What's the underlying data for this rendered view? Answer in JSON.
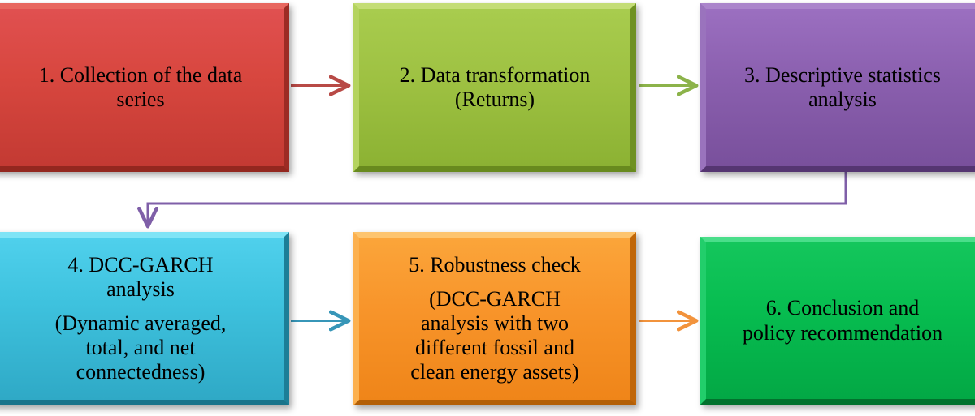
{
  "diagram": {
    "title": "Research methodology flowchart",
    "type": "flowchart",
    "orientation": "left-to-right, two rows",
    "background": "#ffffff",
    "nodes": [
      {
        "id": "step-1",
        "number": "1.",
        "color": "#d8473f",
        "color_name": "red",
        "paragraphs": [
          {
            "lines": [
              "1. Collection of the data",
              "series"
            ]
          }
        ]
      },
      {
        "id": "step-2",
        "number": "2.",
        "color": "#9ec142",
        "color_name": "yellow-green",
        "paragraphs": [
          {
            "lines": [
              "2. Data transformation",
              "(Returns)"
            ]
          }
        ]
      },
      {
        "id": "step-3",
        "number": "3.",
        "color": "#8a5fae",
        "color_name": "purple",
        "paragraphs": [
          {
            "lines": [
              "3. Descriptive statistics",
              "analysis"
            ]
          }
        ]
      },
      {
        "id": "step-4",
        "number": "4.",
        "color": "#3ec2de",
        "color_name": "cyan",
        "paragraphs": [
          {
            "lines": [
              "4. DCC-GARCH",
              "analysis"
            ]
          },
          {
            "lines": [
              "(Dynamic averaged,",
              "total, and net",
              "connectedness)"
            ]
          }
        ]
      },
      {
        "id": "step-5",
        "number": "5.",
        "color": "#f8952b",
        "color_name": "orange",
        "paragraphs": [
          {
            "lines": [
              "5. Robustness check"
            ]
          },
          {
            "lines": [
              "(DCC-GARCH",
              "analysis with two",
              "different fossil and",
              "clean energy assets)"
            ]
          }
        ]
      },
      {
        "id": "step-6",
        "number": "6.",
        "color": "#07bd50",
        "color_name": "green",
        "paragraphs": [
          {
            "lines": [
              "6. Conclusion and",
              "policy recommendation"
            ]
          }
        ]
      }
    ],
    "connectors": [
      {
        "id": "arrow-1-2",
        "from": "step-1",
        "to": "step-2",
        "color": "#b84a46",
        "shape": "straight-horizontal"
      },
      {
        "id": "arrow-2-3",
        "from": "step-2",
        "to": "step-3",
        "color": "#8cb34a",
        "shape": "straight-horizontal"
      },
      {
        "id": "arrow-3-4",
        "from": "step-3",
        "to": "step-4",
        "color": "#7f5fa8",
        "shape": "elbow-down-left-down"
      },
      {
        "id": "arrow-4-5",
        "from": "step-4",
        "to": "step-5",
        "color": "#3796b8",
        "shape": "straight-horizontal"
      },
      {
        "id": "arrow-5-6",
        "from": "step-5",
        "to": "step-6",
        "color": "#f2933c",
        "shape": "straight-horizontal"
      }
    ]
  },
  "text": {
    "n1_l1": "1. Collection of the data",
    "n1_l2": "series",
    "n2_l1": "2. Data transformation",
    "n2_l2": "(Returns)",
    "n3_l1": "3. Descriptive statistics",
    "n3_l2": "analysis",
    "n4_a_l1": "4. DCC-GARCH",
    "n4_a_l2": "analysis",
    "n4_b_l1": "(Dynamic averaged,",
    "n4_b_l2": "total, and net",
    "n4_b_l3": "connectedness)",
    "n5_a_l1": "5. Robustness check",
    "n5_b_l1": "(DCC-GARCH",
    "n5_b_l2": "analysis with two",
    "n5_b_l3": "different fossil and",
    "n5_b_l4": "clean energy assets)",
    "n6_l1": "6. Conclusion and",
    "n6_l2": "policy recommendation"
  }
}
